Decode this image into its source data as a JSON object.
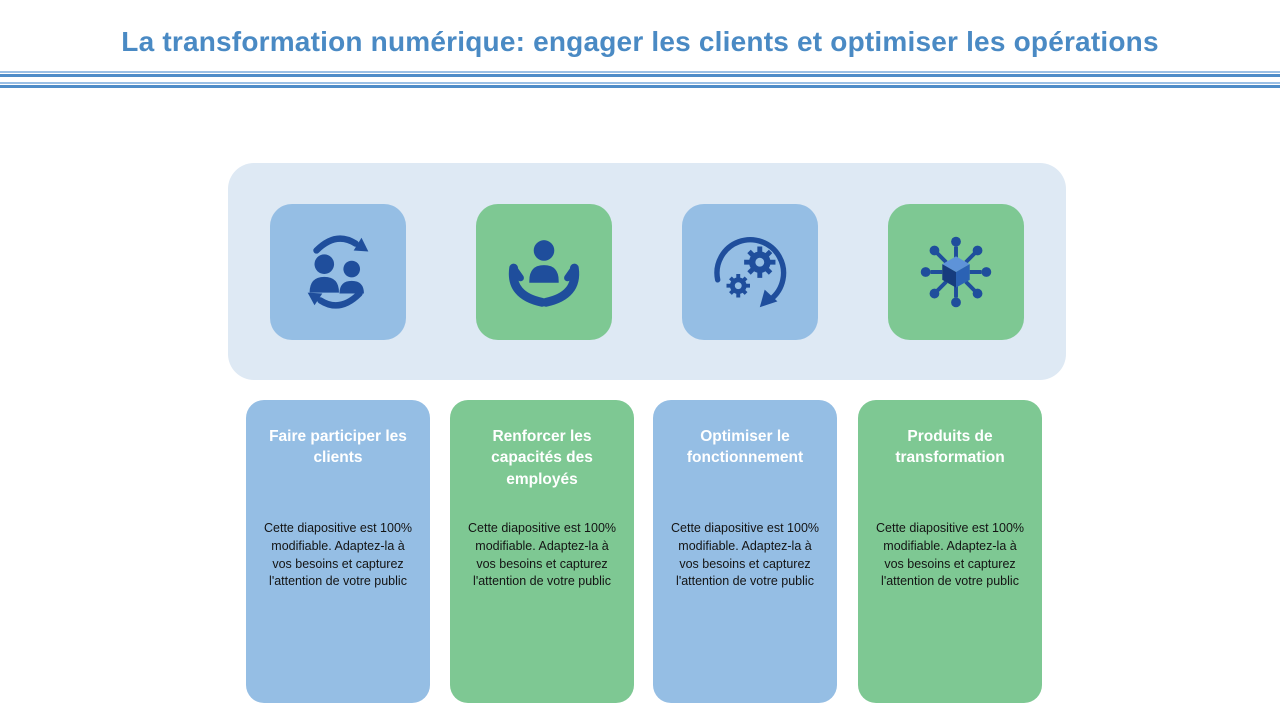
{
  "slide": {
    "title": "La transformation numérique: engager les clients et optimiser les opérations"
  },
  "palette": {
    "title_blue": "#4A8AC4",
    "divider_blue": "#4E8CC8",
    "panel_bg": "#DEE9F4",
    "tile_blue": "#95BEE4",
    "tile_green": "#7EC893",
    "icon_navy": "#1F4E9C",
    "card_title_white": "#FFFFFF",
    "body_text": "#141414"
  },
  "tiles": [
    {
      "icon": "people-sync-icon",
      "color": "blue"
    },
    {
      "icon": "hands-person-icon",
      "color": "green"
    },
    {
      "icon": "gears-cycle-icon",
      "color": "blue"
    },
    {
      "icon": "network-cube-icon",
      "color": "green"
    }
  ],
  "cards": [
    {
      "title": "Faire participer les clients",
      "body": "Cette diapositive est 100% modifiable. Adaptez-la à vos besoins et capturez l'attention de votre public",
      "color": "blue"
    },
    {
      "title": "Renforcer les capacités des employés",
      "body": "Cette diapositive est 100% modifiable. Adaptez-la à vos besoins et capturez l'attention de votre public",
      "color": "green"
    },
    {
      "title": "Optimiser le fonctionnement",
      "body": "Cette diapositive est 100% modifiable. Adaptez-la à vos besoins et capturez l'attention de votre public",
      "color": "blue"
    },
    {
      "title": "Produits de transformation",
      "body": "Cette diapositive est 100% modifiable. Adaptez-la à vos besoins et capturez l'attention de votre public",
      "color": "green"
    }
  ]
}
